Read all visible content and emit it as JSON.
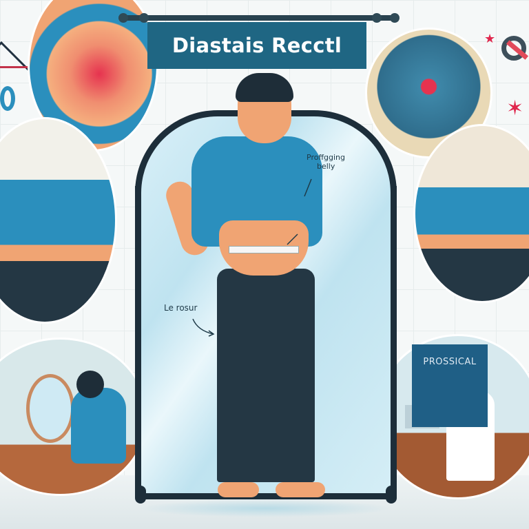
{
  "banner": {
    "title": "Diastais Recctl"
  },
  "annotations": {
    "belly_label_line1": "Proffgging",
    "belly_label_line2": "belly",
    "mirror_label": "Le rosur"
  },
  "panels": {
    "top_left": {
      "subject": "abdomen-with-separation"
    },
    "top_right": {
      "subject": "anatomy-digestive-system"
    },
    "middle_left": {
      "subject": "man-checking-belly"
    },
    "middle_right": {
      "subject": "man-pressing-belly"
    },
    "bottom_left": {
      "subject": "man-at-vanity-mirror"
    },
    "bottom_right": {
      "subject": "doctor-at-desk",
      "sign_text": "PROSSICAL"
    }
  },
  "colors": {
    "banner_bg": "#1f6683",
    "shirt_blue": "#2b8fbd",
    "skin": "#f0a473",
    "pants": "#243744",
    "accent_red": "#e6334f",
    "frame": "#1d2e3a"
  },
  "icons": {
    "star_small": "★",
    "star_large": "✶"
  }
}
